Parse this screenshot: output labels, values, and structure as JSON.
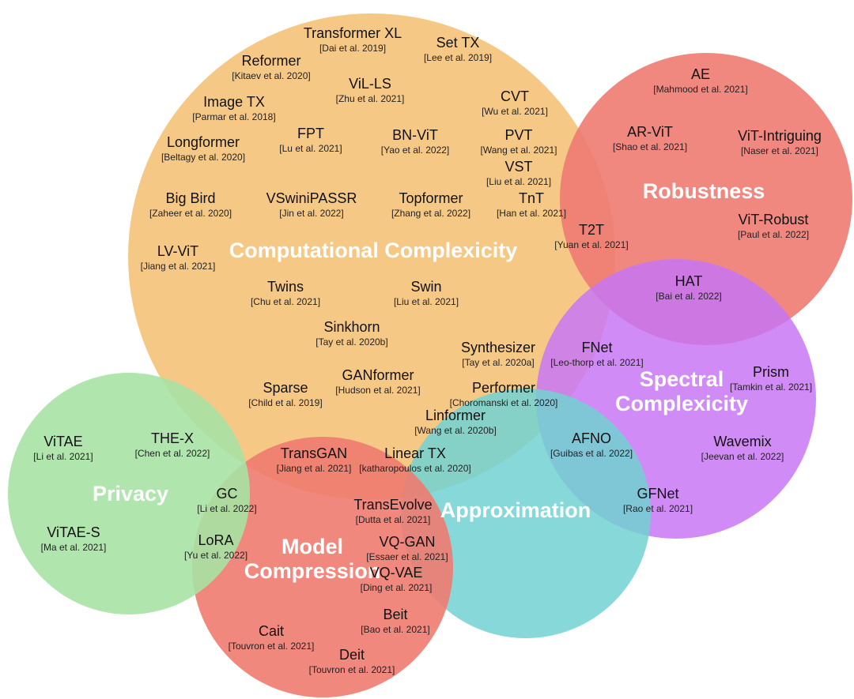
{
  "colors": {
    "computational": "#f5c57f",
    "robustness": "#ee7b72",
    "spectral": "#c877f5",
    "approximation": "#72d2d2",
    "model_compression": "#ef7b70",
    "privacy": "#a7e3a4"
  },
  "regions": {
    "computational": "Computational Complexicity",
    "robustness": "Robustness",
    "spectral": [
      "Spectral",
      "Complexicity"
    ],
    "approximation": "Approximation",
    "model_compression": [
      "Model",
      "Compression"
    ],
    "privacy": "Privacy"
  },
  "methods": [
    {
      "name": "Transformer XL",
      "cite": "[Dai et al. 2019]"
    },
    {
      "name": "Set TX",
      "cite": "[Lee et al. 2019]"
    },
    {
      "name": "Reformer",
      "cite": "[Kitaev et al. 2020]"
    },
    {
      "name": "ViL-LS",
      "cite": "[Zhu et al. 2021]"
    },
    {
      "name": "Image TX",
      "cite": "[Parmar et al. 2018]"
    },
    {
      "name": "CVT",
      "cite": "[Wu et al. 2021]"
    },
    {
      "name": "FPT",
      "cite": "[Lu et al. 2021]"
    },
    {
      "name": "BN-ViT",
      "cite": "[Yao et al. 2022]"
    },
    {
      "name": "PVT",
      "cite": "[Wang et al. 2021]"
    },
    {
      "name": "Longformer",
      "cite": "[Beltagy et al. 2020]"
    },
    {
      "name": "VST",
      "cite": "[Liu et al. 2021]"
    },
    {
      "name": "Big Bird",
      "cite": "[Zaheer et al. 2020]"
    },
    {
      "name": "VSwiniPASSR",
      "cite": "[Jin et al. 2022]"
    },
    {
      "name": "Topformer",
      "cite": "[Zhang et al. 2022]"
    },
    {
      "name": "TnT",
      "cite": "[Han et al. 2021]"
    },
    {
      "name": "LV-ViT",
      "cite": "[Jiang et al. 2021]"
    },
    {
      "name": "Twins",
      "cite": "[Chu et al. 2021]"
    },
    {
      "name": "Swin",
      "cite": "[Liu et al. 2021]"
    },
    {
      "name": "Sinkhorn",
      "cite": "[Tay et al. 2020b]"
    },
    {
      "name": "Synthesizer",
      "cite": "[Tay et al. 2020a]"
    },
    {
      "name": "GANformer",
      "cite": "[Hudson et al. 2021]"
    },
    {
      "name": "Sparse",
      "cite": "[Child et al. 2019]"
    },
    {
      "name": "Performer",
      "cite": "[Choromanski et al. 2020]"
    },
    {
      "name": "Linformer",
      "cite": "[Wang et al. 2020b]"
    },
    {
      "name": "AE",
      "cite": "[Mahmood et al. 2021]"
    },
    {
      "name": "AR-ViT",
      "cite": "[Shao et al. 2021]"
    },
    {
      "name": "ViT-Intriguing",
      "cite": "[Naser et al. 2021]"
    },
    {
      "name": "ViT-Robust",
      "cite": "[Paul  et al. 2022]"
    },
    {
      "name": "T2T",
      "cite": "[Yuan et al. 2021]"
    },
    {
      "name": "HAT",
      "cite": "[Bai et al. 2022]"
    },
    {
      "name": "FNet",
      "cite": "[Leo-thorp et al. 2021]"
    },
    {
      "name": "Prism",
      "cite": "[Tamkin et al. 2021]"
    },
    {
      "name": "AFNO",
      "cite": "[Guibas et al. 2022]"
    },
    {
      "name": "Wavemix",
      "cite": "[Jeevan et al. 2022]"
    },
    {
      "name": "GFNet",
      "cite": "[Rao et al. 2021]"
    },
    {
      "name": "ViTAE",
      "cite": "[Li et al. 2021]"
    },
    {
      "name": "THE-X",
      "cite": "[Chen et al. 2022]"
    },
    {
      "name": "ViTAE-S",
      "cite": "[Ma et al. 2021]"
    },
    {
      "name": "TransGAN",
      "cite": "[Jiang et al. 2021]"
    },
    {
      "name": "Linear TX",
      "cite": "[katharopoulos et al. 2020]"
    },
    {
      "name": "GC",
      "cite": "[Li et al. 2022]"
    },
    {
      "name": "TransEvolve",
      "cite": "[Dutta et al. 2021]"
    },
    {
      "name": "LoRA",
      "cite": "[Yu et al. 2022]"
    },
    {
      "name": "VQ-GAN",
      "cite": "[Essaer et al. 2021]"
    },
    {
      "name": "VQ-VAE",
      "cite": "[Ding et al. 2021]"
    },
    {
      "name": "Beit",
      "cite": "[Bao et al. 2021]"
    },
    {
      "name": "Cait",
      "cite": "[Touvron et al. 2021]"
    },
    {
      "name": "Deit",
      "cite": "[Touvron et al. 2021]"
    }
  ]
}
